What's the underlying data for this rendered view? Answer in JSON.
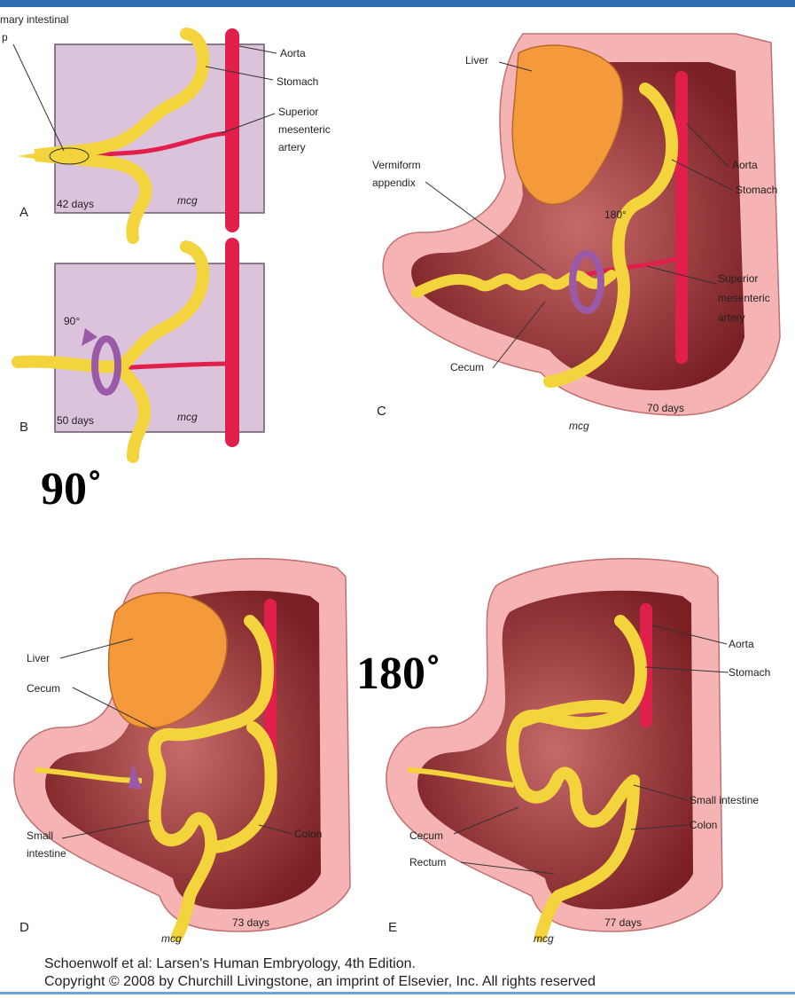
{
  "panelA": {
    "letter": "A",
    "days": "42 days",
    "labels": {
      "primary_loop": "mary intestinal",
      "loop_suffix": "p",
      "aorta": "Aorta",
      "stomach": "Stomach",
      "sma_1": "Superior",
      "sma_2": "mesenteric",
      "sma_3": "artery"
    }
  },
  "panelB": {
    "letter": "B",
    "days": "50 days",
    "angle_small": "90°"
  },
  "big_90": "90˚",
  "panelC": {
    "letter": "C",
    "days": "70 days",
    "labels": {
      "liver": "Liver",
      "vermiform_1": "Vermiform",
      "vermiform_2": "appendix",
      "aorta": "Aorta",
      "stomach": "Stomach",
      "sma_1": "Superior",
      "sma_2": "mesenteric",
      "sma_3": "artery",
      "cecum": "Cecum",
      "angle_small": "180°"
    }
  },
  "big_180": "180˚",
  "panelD": {
    "letter": "D",
    "days": "73 days",
    "labels": {
      "liver": "Liver",
      "cecum": "Cecum",
      "small_1": "Small",
      "small_2": "intestine",
      "colon": "Colon"
    }
  },
  "panelE": {
    "letter": "E",
    "days": "77 days",
    "labels": {
      "aorta": "Aorta",
      "stomach": "Stomach",
      "small_intestine": "Small intestine",
      "colon": "Colon",
      "cecum": "Cecum",
      "rectum": "Rectum"
    }
  },
  "credits": {
    "line1": "Schoenwolf et al: Larsen's Human Embryology, 4th Edition.",
    "line2": "Copyright © 2008 by Churchill Livingstone, an imprint of Elsevier, Inc. All rights reserved"
  },
  "colors": {
    "mesentery": "#dcc3dc",
    "gut": "#f4d43c",
    "gut_edge": "#caa21a",
    "artery": "#e0204a",
    "liver": "#f59a3a",
    "body_wall": "#f5b3b3",
    "cavity": "#8c2a2a",
    "rotation_arrow": "#9a5aa8",
    "top_bar": "#2f6db5"
  }
}
